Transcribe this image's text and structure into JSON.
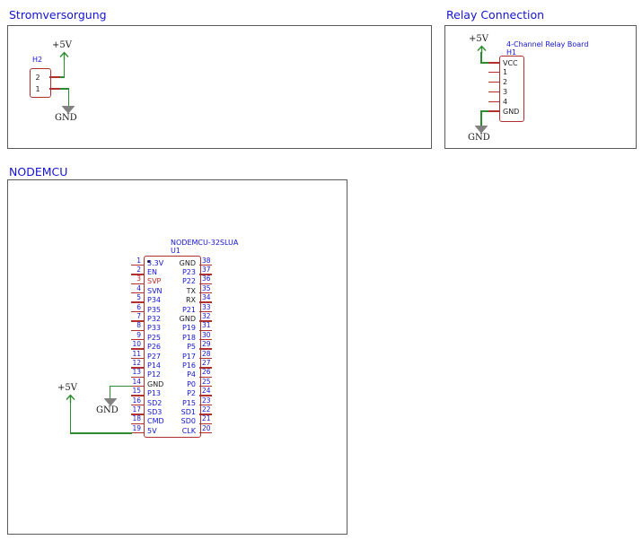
{
  "titles": {
    "power": "Stromversorgung",
    "relay": "Relay Connection",
    "nodemcu": "NODEMCU"
  },
  "power": {
    "ref": "H2",
    "pins": [
      "2",
      "1"
    ],
    "vcc": "+5V",
    "gnd": "GND"
  },
  "relay": {
    "ref": "H1",
    "board": "4-Channel Relay Board",
    "pins": [
      "VCC",
      "1",
      "2",
      "3",
      "4",
      "GND"
    ],
    "vcc": "+5V",
    "gnd": "GND"
  },
  "nodemcu": {
    "part": "NODEMCU-32SLUA",
    "ref": "U1",
    "vcc": "+5V",
    "gnd": "GND",
    "left_pins": [
      {
        "num": "1",
        "name": "3.3V"
      },
      {
        "num": "2",
        "name": "EN"
      },
      {
        "num": "3",
        "name": "SVP",
        "num_color": "red",
        "name_color": "red"
      },
      {
        "num": "4",
        "name": "SVN"
      },
      {
        "num": "5",
        "name": "P34"
      },
      {
        "num": "6",
        "name": "P35"
      },
      {
        "num": "7",
        "name": "P32"
      },
      {
        "num": "8",
        "name": "P33"
      },
      {
        "num": "9",
        "name": "P25"
      },
      {
        "num": "10",
        "name": "P26"
      },
      {
        "num": "11",
        "name": "P27"
      },
      {
        "num": "12",
        "name": "P14"
      },
      {
        "num": "13",
        "name": "P12"
      },
      {
        "num": "14",
        "name": "GND",
        "name_color": "black"
      },
      {
        "num": "15",
        "name": "P13"
      },
      {
        "num": "16",
        "name": "SD2"
      },
      {
        "num": "17",
        "name": "SD3"
      },
      {
        "num": "18",
        "name": "CMD"
      },
      {
        "num": "19",
        "name": "5V"
      }
    ],
    "right_pins": [
      {
        "num": "38",
        "name": "GND",
        "name_color": "black"
      },
      {
        "num": "37",
        "name": "P23"
      },
      {
        "num": "36",
        "name": "P22"
      },
      {
        "num": "35",
        "name": "TX",
        "name_color": "black"
      },
      {
        "num": "34",
        "name": "RX",
        "name_color": "black"
      },
      {
        "num": "33",
        "name": "P21"
      },
      {
        "num": "32",
        "name": "GND",
        "name_color": "black"
      },
      {
        "num": "31",
        "name": "P19"
      },
      {
        "num": "30",
        "name": "P18"
      },
      {
        "num": "29",
        "name": "P5"
      },
      {
        "num": "28",
        "name": "P17"
      },
      {
        "num": "27",
        "name": "P16"
      },
      {
        "num": "26",
        "name": "P4"
      },
      {
        "num": "25",
        "name": "P0"
      },
      {
        "num": "24",
        "name": "P2"
      },
      {
        "num": "23",
        "name": "P15"
      },
      {
        "num": "22",
        "name": "SD1"
      },
      {
        "num": "21",
        "name": "SD0"
      },
      {
        "num": "20",
        "name": "CLK"
      }
    ]
  },
  "colors": {
    "label_blue": "#1414d2",
    "component_red": "#b03030",
    "wire_green": "#2f8b2f",
    "pin_text_red": "#cc2222",
    "ground_gray": "#828282",
    "frame_gray": "#5a5a5a",
    "text_black": "#1a1a1a"
  }
}
